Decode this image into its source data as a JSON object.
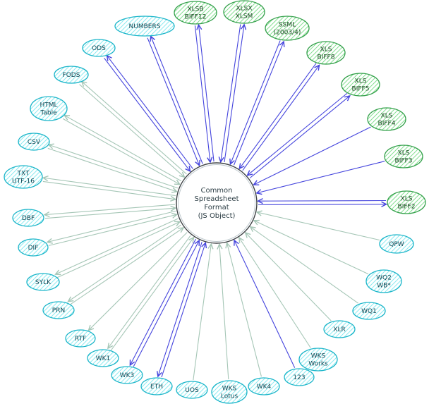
{
  "diagram": {
    "center_label_lines": [
      "Common",
      "Spreadsheet",
      "Format",
      "(JS Object)"
    ],
    "colors": {
      "background": "#ffffff",
      "arrow_blue": "#4444dd",
      "arrow_teal": "#a5c6b6",
      "cyan_stroke": "#1ab5c9",
      "cyan_hatch": "#8deaf0",
      "green_stroke": "#33a04a",
      "green_hatch": "#86df92",
      "node_text_cyan": "#0e4653",
      "node_text_green": "#15481d",
      "center_stroke": "#3f4346",
      "center_inner_stroke": "#b9c4c9",
      "center_text": "#2e3f46"
    },
    "nodes": [
      {
        "id": "numbers",
        "label": [
          "NUMBERS"
        ],
        "family": "cyan",
        "arrow_color": "blue",
        "support": "rw"
      },
      {
        "id": "xlsb",
        "label": [
          "XLSB",
          "BIFF12"
        ],
        "family": "green",
        "arrow_color": "blue",
        "support": "rw"
      },
      {
        "id": "xlsx",
        "label": [
          "XLSX",
          "XLSM"
        ],
        "family": "green",
        "arrow_color": "blue",
        "support": "rw"
      },
      {
        "id": "ssml",
        "label": [
          "SSML",
          "(2003/4)"
        ],
        "family": "green",
        "arrow_color": "blue",
        "support": "rw"
      },
      {
        "id": "biff8",
        "label": [
          "XLS",
          "BIFF8"
        ],
        "family": "green",
        "arrow_color": "blue",
        "support": "rw"
      },
      {
        "id": "biff5",
        "label": [
          "XLS",
          "BIFF5"
        ],
        "family": "green",
        "arrow_color": "blue",
        "support": "rw"
      },
      {
        "id": "biff4",
        "label": [
          "XLS",
          "BIFF4"
        ],
        "family": "green",
        "arrow_color": "blue",
        "support": "read"
      },
      {
        "id": "biff3",
        "label": [
          "XLS",
          "BIFF3"
        ],
        "family": "green",
        "arrow_color": "blue",
        "support": "read"
      },
      {
        "id": "biff2",
        "label": [
          "XLS",
          "BIFF2"
        ],
        "family": "green",
        "arrow_color": "blue",
        "support": "rw"
      },
      {
        "id": "qpw",
        "label": [
          "QPW"
        ],
        "family": "cyan",
        "arrow_color": "teal",
        "support": "read"
      },
      {
        "id": "wq2",
        "label": [
          "WQ2",
          "WB*"
        ],
        "family": "cyan",
        "arrow_color": "teal",
        "support": "read"
      },
      {
        "id": "wq1",
        "label": [
          "WQ1"
        ],
        "family": "cyan",
        "arrow_color": "teal",
        "support": "read"
      },
      {
        "id": "xlr",
        "label": [
          "XLR"
        ],
        "family": "cyan",
        "arrow_color": "teal",
        "support": "read"
      },
      {
        "id": "wksworks",
        "label": [
          "WKS",
          "Works"
        ],
        "family": "cyan",
        "arrow_color": "teal",
        "support": "read"
      },
      {
        "id": "l123",
        "label": [
          "123"
        ],
        "family": "cyan",
        "arrow_color": "blue",
        "support": "read"
      },
      {
        "id": "wk4",
        "label": [
          "WK4"
        ],
        "family": "cyan",
        "arrow_color": "teal",
        "support": "read"
      },
      {
        "id": "wkslotus",
        "label": [
          "WKS",
          "Lotus"
        ],
        "family": "cyan",
        "arrow_color": "teal",
        "support": "read"
      },
      {
        "id": "uos",
        "label": [
          "UOS"
        ],
        "family": "cyan",
        "arrow_color": "teal",
        "support": "read"
      },
      {
        "id": "eth",
        "label": [
          "ETH"
        ],
        "family": "cyan",
        "arrow_color": "blue",
        "support": "rw"
      },
      {
        "id": "wk3",
        "label": [
          "WK3"
        ],
        "family": "cyan",
        "arrow_color": "blue",
        "support": "rw"
      },
      {
        "id": "wk1",
        "label": [
          "WK1"
        ],
        "family": "cyan",
        "arrow_color": "teal",
        "support": "rw"
      },
      {
        "id": "rtf",
        "label": [
          "RTF"
        ],
        "family": "cyan",
        "arrow_color": "teal",
        "support": "write"
      },
      {
        "id": "prn",
        "label": [
          "PRN"
        ],
        "family": "cyan",
        "arrow_color": "teal",
        "support": "rw"
      },
      {
        "id": "sylk",
        "label": [
          "SYLK"
        ],
        "family": "cyan",
        "arrow_color": "teal",
        "support": "rw"
      },
      {
        "id": "dif",
        "label": [
          "DIF"
        ],
        "family": "cyan",
        "arrow_color": "teal",
        "support": "rw"
      },
      {
        "id": "dbf",
        "label": [
          "DBF"
        ],
        "family": "cyan",
        "arrow_color": "teal",
        "support": "rw"
      },
      {
        "id": "txt",
        "label": [
          "TXT",
          "UTF-16"
        ],
        "family": "cyan",
        "arrow_color": "teal",
        "support": "rw"
      },
      {
        "id": "csv",
        "label": [
          "CSV"
        ],
        "family": "cyan",
        "arrow_color": "teal",
        "support": "rw"
      },
      {
        "id": "html",
        "label": [
          "HTML",
          "Table"
        ],
        "family": "cyan",
        "arrow_color": "teal",
        "support": "rw"
      },
      {
        "id": "fods",
        "label": [
          "FODS"
        ],
        "family": "cyan",
        "arrow_color": "teal",
        "support": "rw"
      },
      {
        "id": "ods",
        "label": [
          "ODS"
        ],
        "family": "cyan",
        "arrow_color": "blue",
        "support": "rw"
      }
    ]
  }
}
